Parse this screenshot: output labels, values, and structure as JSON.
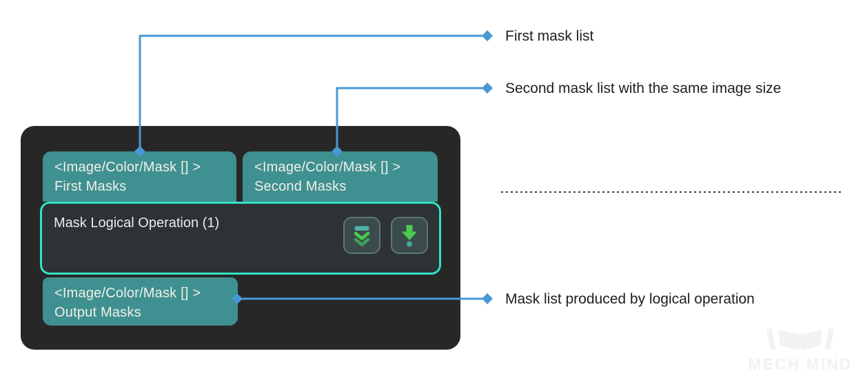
{
  "node": {
    "body": {
      "title": "Mask Logical Operation (1)"
    },
    "input_ports": [
      {
        "type_label": "<Image/Color/Mask [] >",
        "name_label": "First Masks"
      },
      {
        "type_label": "<Image/Color/Mask [] >",
        "name_label": "Second Masks"
      }
    ],
    "output_ports": [
      {
        "type_label": "<Image/Color/Mask [] >",
        "name_label": "Output Masks"
      }
    ],
    "buttons": [
      {
        "icon": "double-chevron-down-icon"
      },
      {
        "icon": "down-arrow-dot-icon"
      }
    ]
  },
  "annotations": [
    {
      "text": "First mask list"
    },
    {
      "text": "Second mask list with the same image size"
    },
    {
      "text": "Mask list produced by logical operation"
    }
  ],
  "watermark": {
    "label": "MECH MIND"
  },
  "colors": {
    "container_bg": "#272727",
    "port_bg": "#3f9090",
    "node_body_bg": "#2c3236",
    "node_selected_border": "#33e2c4",
    "callout_blue": "#4898d6",
    "icon_green": "#4bcb4e",
    "icon_green_dim": "#3f9f5a",
    "icon_teal": "#4fb3a6",
    "text_light": "#f1efe8",
    "annotation_text": "#1e1e1e"
  }
}
